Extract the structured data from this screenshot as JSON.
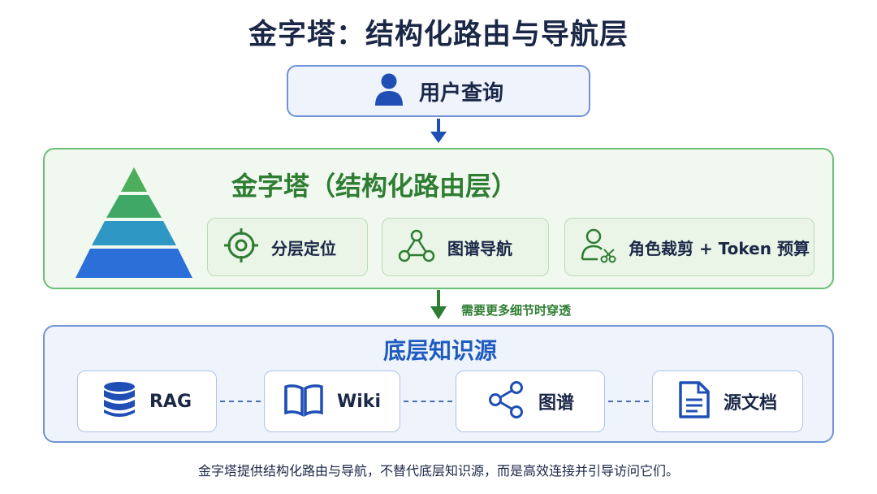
{
  "title": "金字塔：结构化路由与导航层",
  "query": {
    "label": "用户查询",
    "icon": "user-icon"
  },
  "pyramid_layer": {
    "title": "金字塔（结构化路由层）",
    "pyramid_colors": [
      "#4cae5b",
      "#3aa6a0",
      "#2f8fd0",
      "#2b6fd8"
    ],
    "features": [
      {
        "label": "分层定位",
        "icon": "target-icon"
      },
      {
        "label": "图谱导航",
        "icon": "graph-nodes-icon"
      },
      {
        "label": "角色裁剪 + Token 预算",
        "icon": "user-scissors-icon"
      }
    ]
  },
  "transition_label": "需要更多细节时穿透",
  "base_layer": {
    "title": "底层知识源",
    "sources": [
      {
        "label": "RAG",
        "icon": "database-icon"
      },
      {
        "label": "Wiki",
        "icon": "book-icon"
      },
      {
        "label": "图谱",
        "icon": "share-icon"
      },
      {
        "label": "源文档",
        "icon": "document-icon"
      }
    ]
  },
  "footer": "金字塔提供结构化路由与导航，不替代底层知识源，而是高效连接并引导访问它们。",
  "colors": {
    "title": "#1b2747",
    "green_accent": "#2e7d32",
    "blue_accent": "#1e5bbf",
    "icon_blue": "#1f4fb5"
  }
}
